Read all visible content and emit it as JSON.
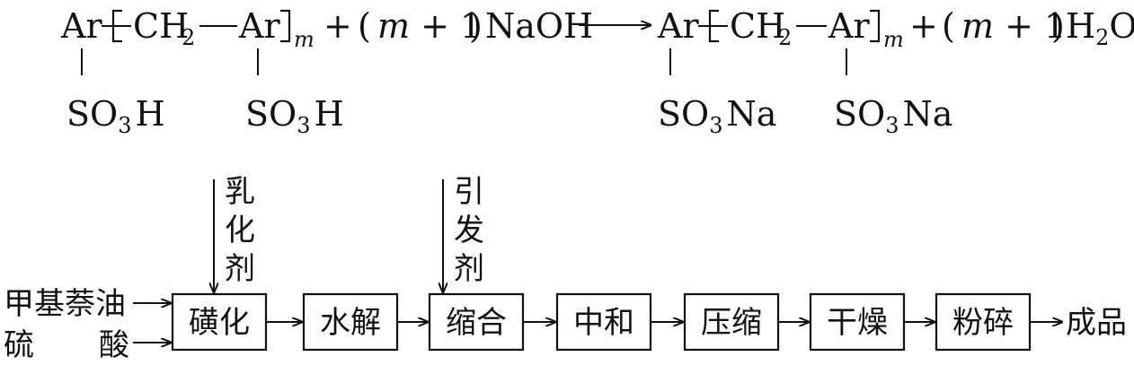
{
  "equation": {
    "left": {
      "unit_start": "Ar",
      "bracket_open": "[",
      "ch2": "CH",
      "ch2_sub": "2",
      "unit_end": "Ar",
      "bracket_close": "]",
      "repeat": "m",
      "sub_group_1": "SO",
      "sub_group_1_sub": "3",
      "sub_group_1_tail": "H",
      "sub_group_2": "SO",
      "sub_group_2_sub": "3",
      "sub_group_2_tail": "H"
    },
    "reagent": {
      "plus": "+",
      "paren_open": "(",
      "coef_var": "m",
      "coef_rest": " + 1",
      "paren_close": ")",
      "formula": "NaOH"
    },
    "right": {
      "unit_start": "Ar",
      "bracket_open": "[",
      "ch2": "CH",
      "ch2_sub": "2",
      "unit_end": "Ar",
      "bracket_close": "]",
      "repeat": "m",
      "sub_group_1": "SO",
      "sub_group_1_sub": "3",
      "sub_group_1_tail": "Na",
      "sub_group_2": "SO",
      "sub_group_2_sub": "3",
      "sub_group_2_tail": "Na"
    },
    "product2": {
      "plus": "+",
      "paren_open": "(",
      "coef_var": "m",
      "coef_rest": " + 1",
      "paren_close": ")",
      "h": "H",
      "h_sub": "2",
      "o": "O"
    }
  },
  "flow": {
    "inputs": [
      "甲基萘油",
      "硫",
      "酸"
    ],
    "additives": [
      {
        "chars": [
          "乳",
          "化",
          "剂"
        ]
      },
      {
        "chars": [
          "引",
          "发",
          "剂"
        ]
      }
    ],
    "steps": [
      "磺化",
      "水解",
      "缩合",
      "中和",
      "压缩",
      "干燥",
      "粉碎"
    ],
    "output": "成品"
  }
}
